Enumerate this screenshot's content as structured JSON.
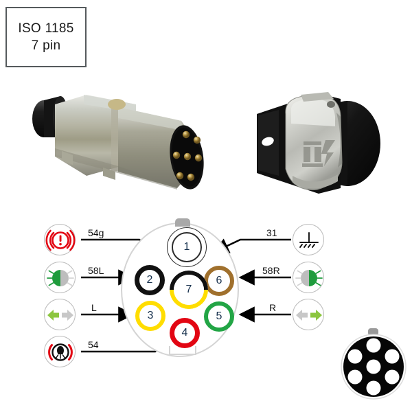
{
  "title": {
    "standard": "ISO 1185",
    "pins": "7 pin"
  },
  "photos": [
    {
      "name": "plug",
      "caption": "7-pin metal trailer plug with black cable grip"
    },
    {
      "name": "socket",
      "caption": "7-pin trailer socket with metal flip cover and black body"
    }
  ],
  "diagram": {
    "connector_label": "7 pin connector face view",
    "pins": [
      {
        "number": "1",
        "color": "#ffffff",
        "ring": "white",
        "function_code": "31",
        "side": "right",
        "icon": "ground-icon"
      },
      {
        "number": "2",
        "color": "#111111",
        "ring": "black",
        "function_code": "58L",
        "side": "left",
        "icon": "left-marker-light-icon"
      },
      {
        "number": "3",
        "color": "#ffdd00",
        "ring": "yellow",
        "function_code": "L",
        "side": "left",
        "icon": "left-indicator-icon"
      },
      {
        "number": "4",
        "color": "#e60000",
        "ring": "red",
        "function_code": "54",
        "side": "left",
        "icon": "brake-light-icon"
      },
      {
        "number": "5",
        "color": "#22a545",
        "ring": "green",
        "function_code": "R",
        "side": "right",
        "icon": "right-indicator-icon"
      },
      {
        "number": "6",
        "color": "#a0702d",
        "ring": "brown",
        "function_code": "58R",
        "side": "right",
        "icon": "right-marker-light-icon"
      },
      {
        "number": "7",
        "color": "#111111",
        "color2": "#ffdd00",
        "ring": "black-yellow",
        "function_code": "54g",
        "side": "left",
        "icon": "warning-brake-icon"
      }
    ],
    "labels": {
      "l_54g": "54g",
      "l_58L": "58L",
      "l_L": "L",
      "l_54": "54",
      "l_31": "31",
      "l_58R": "58R",
      "l_R": "R"
    },
    "icons": {
      "warning_brake": "warning-brake-icon",
      "marker_left": "left-marker-light-icon",
      "indicator_left": "left-indicator-icon",
      "brake_light": "brake-light-icon",
      "ground": "ground-icon",
      "marker_right": "right-marker-light-icon",
      "indicator_right": "right-indicator-icon"
    },
    "pin_numbers": {
      "p1": "1",
      "p2": "2",
      "p3": "3",
      "p4": "4",
      "p5": "5",
      "p6": "6",
      "p7": "7"
    }
  },
  "pattern": {
    "name": "pin-pattern-icon",
    "hole_count": "7"
  },
  "colors": {
    "accent_green": "#8cc63f",
    "red": "#e20613",
    "yellow": "#ffdd00",
    "brown": "#a0702d",
    "green": "#22a545",
    "black": "#111111",
    "body_outline": "#d4d4d4",
    "title_border": "#555a5c"
  }
}
